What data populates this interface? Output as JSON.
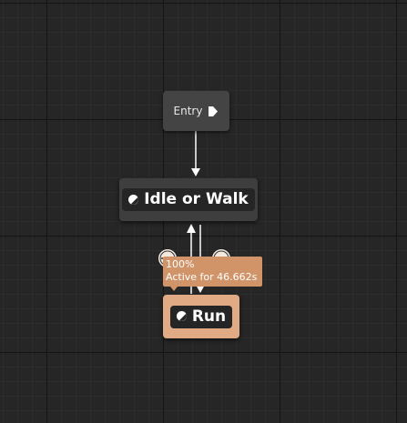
{
  "graph": {
    "entry_node": {
      "label": "Entry",
      "icon": "exit-pin-icon"
    },
    "states": [
      {
        "label": "Idle or Walk",
        "icon": "state-icon",
        "active": false
      },
      {
        "label": "Run",
        "icon": "state-icon",
        "active": true,
        "accent_color": "#e0aa84"
      }
    ],
    "transitions": [
      {
        "from": "Entry",
        "to": "Idle or Walk"
      },
      {
        "from": "Idle or Walk",
        "to": "Run",
        "icon": "transition-rule-icon"
      },
      {
        "from": "Run",
        "to": "Idle or Walk",
        "icon": "transition-rule-icon"
      }
    ],
    "debug_tooltip": {
      "weight": "100%",
      "active_text": "Active for 46.662s",
      "color": "#d19468"
    }
  }
}
